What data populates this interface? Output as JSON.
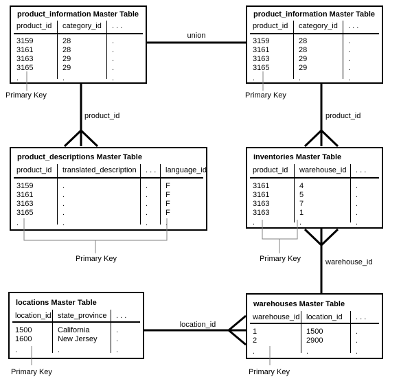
{
  "connector_labels": {
    "union": "union",
    "product_id": "product_id",
    "warehouse_id": "warehouse_id",
    "location_id": "location_id"
  },
  "annotations": {
    "primary_key": "Primary Key"
  },
  "tables": {
    "product_information": {
      "title": "product_information Master Table",
      "columns": [
        "product_id",
        "category_id",
        ". . ."
      ],
      "rows": [
        [
          "3159",
          "28",
          "."
        ],
        [
          "3161",
          "28",
          "."
        ],
        [
          "3163",
          "29",
          "."
        ],
        [
          "3165",
          "29",
          "."
        ],
        [
          ".",
          ".",
          "."
        ]
      ]
    },
    "product_descriptions": {
      "title": "product_descriptions Master Table",
      "columns": [
        "product_id",
        "translated_description",
        ". . .",
        "language_id"
      ],
      "rows": [
        [
          "3159",
          ".",
          ".",
          "F"
        ],
        [
          "3161",
          ".",
          ".",
          "F"
        ],
        [
          "3163",
          ".",
          ".",
          "F"
        ],
        [
          "3165",
          ".",
          ".",
          "F"
        ],
        [
          ".",
          ".",
          ".",
          "."
        ]
      ]
    },
    "inventories": {
      "title": "inventories Master Table",
      "columns": [
        "product_id",
        "warehouse_id",
        ". . ."
      ],
      "rows": [
        [
          "3161",
          "4",
          "."
        ],
        [
          "3161",
          "5",
          "."
        ],
        [
          "3163",
          "7",
          "."
        ],
        [
          "3163",
          "1",
          "."
        ],
        [
          ".",
          ".",
          "."
        ]
      ]
    },
    "locations": {
      "title": "locations Master Table",
      "columns": [
        "location_id",
        "state_province",
        ". . ."
      ],
      "rows": [
        [
          "1500",
          "California",
          "."
        ],
        [
          "1600",
          "New Jersey",
          "."
        ],
        [
          ".",
          ".",
          "."
        ]
      ]
    },
    "warehouses": {
      "title": "warehouses Master Table",
      "columns": [
        "warehouse_id",
        "location_id",
        ". . ."
      ],
      "rows": [
        [
          "1",
          "1500",
          "."
        ],
        [
          "2",
          "2900",
          "."
        ],
        [
          ".",
          ".",
          "."
        ]
      ]
    }
  },
  "colors": {
    "background": "#ffffff",
    "text": "#000000",
    "relationship_line": "#000000",
    "annotation_line": "#808080"
  }
}
